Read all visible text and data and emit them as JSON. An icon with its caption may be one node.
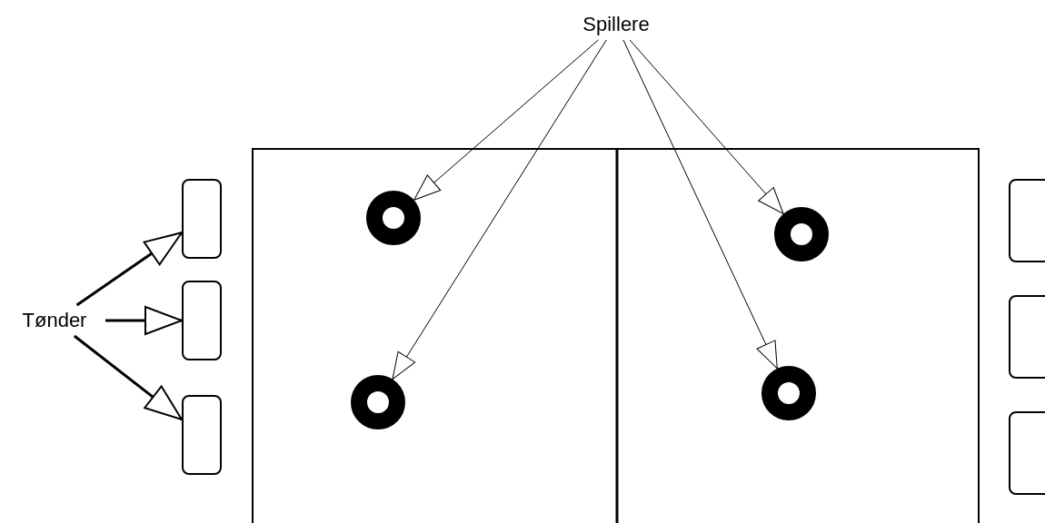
{
  "diagram": {
    "nodes": [
      {
        "text": [
          "Spillere"
        ]
      },
      {
        "text": [],
        "shape": "circle"
      },
      {
        "text": [],
        "shape": "circle"
      },
      {
        "text": [],
        "shape": "circle"
      },
      {
        "text": [],
        "shape": "circle"
      },
      {
        "text": [
          "Tønder"
        ]
      },
      {
        "text": [],
        "shape": "box"
      },
      {
        "text": [],
        "shape": "box"
      },
      {
        "text": [],
        "shape": "box"
      },
      {
        "text": [],
        "shape": "box"
      },
      {
        "text": [],
        "shape": "box"
      },
      {
        "text": [],
        "shape": "box"
      }
    ],
    "edges": [
      {
        "from": 0,
        "to": 1,
        "arrow": "to"
      },
      {
        "from": 0,
        "to": 2,
        "arrow": "to"
      },
      {
        "from": 0,
        "to": 3,
        "arrow": "to"
      },
      {
        "from": 0,
        "to": 4,
        "arrow": "to"
      },
      {
        "from": 5,
        "to": 6,
        "arrow": "to",
        "style": "thick"
      },
      {
        "from": 5,
        "to": 7,
        "arrow": "to",
        "style": "thick"
      },
      {
        "from": 5,
        "to": 8,
        "arrow": "to",
        "style": "thick"
      }
    ]
  }
}
